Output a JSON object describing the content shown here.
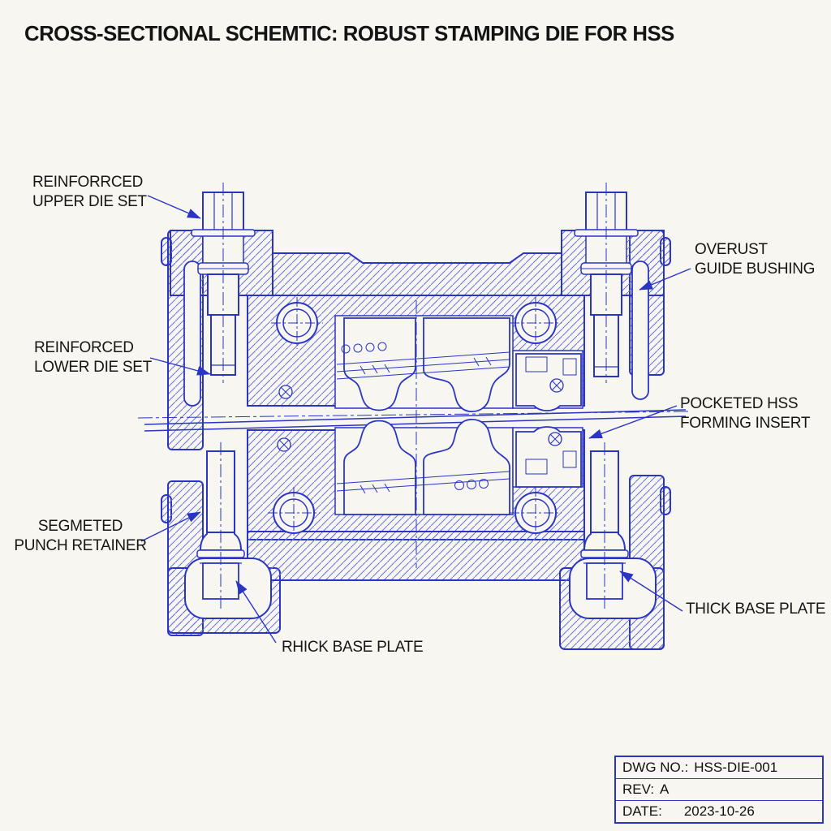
{
  "title": "CROSS-SECTIONAL SCHEMTIC: ROBUST STAMPING DIE FOR HSS",
  "labels": {
    "upper_die_set": {
      "line1": "REINFORRCED",
      "line2": "UPPER DIE SET"
    },
    "lower_die_set": {
      "line1": "REINFORCED",
      "line2": "LOWER DIE SET"
    },
    "guide_bushing": {
      "line1": "OVERUST",
      "line2": "GUIDE BUSHING"
    },
    "forming_insert": {
      "line1": "POCKETED HSS",
      "line2": "FORMING INSERT"
    },
    "punch_retainer": {
      "line1": "SEGMETED",
      "line2": "PUNCH RETAINER"
    },
    "base_plate_right": {
      "line1": "THICK BASE PLATE"
    },
    "base_plate_bottom": {
      "line1": "RHICK BASE PLATE"
    }
  },
  "title_block": {
    "rows": [
      {
        "label": "DWG NO.:",
        "value": "HSS-DIE-001"
      },
      {
        "label": "REV:",
        "value": "A"
      },
      {
        "label": "DATE:",
        "value": "2023-10-26"
      }
    ]
  },
  "colors": {
    "line_blue": "#2a35c4",
    "hatch_blue": "#6b75d8",
    "text_black": "#141414",
    "background": "#f7f6f1"
  }
}
